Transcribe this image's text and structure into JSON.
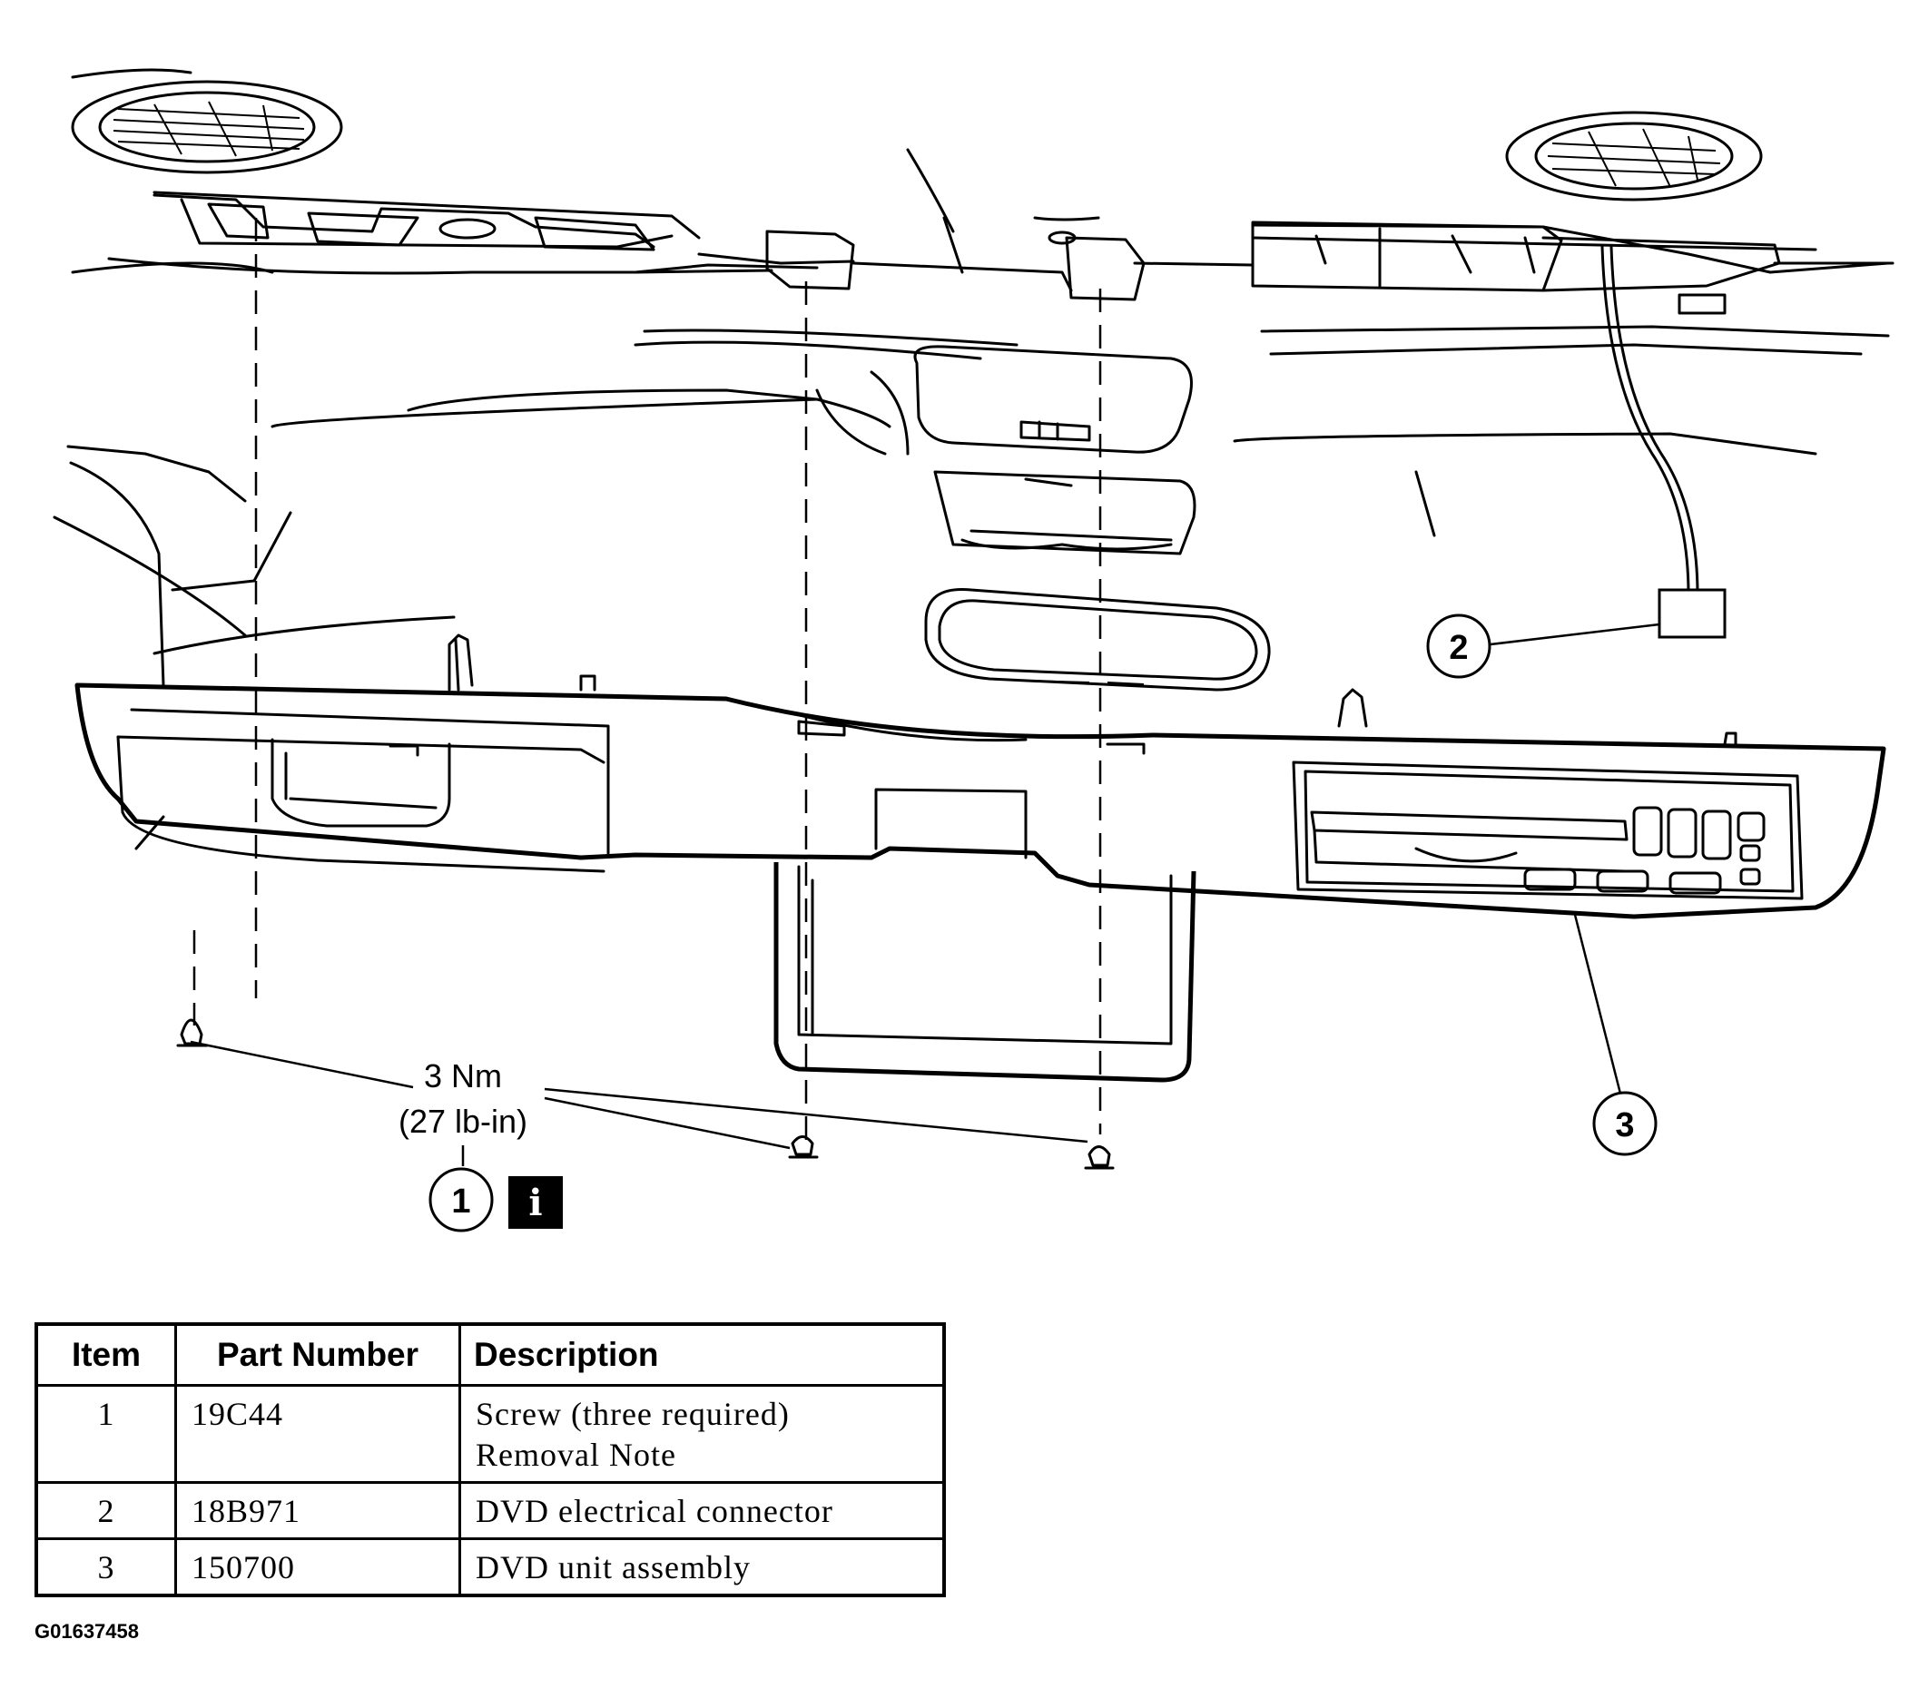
{
  "callouts": {
    "item1": "1",
    "item2": "2",
    "item3": "3",
    "info_icon": "i"
  },
  "torque": {
    "metric": "3 Nm",
    "imperial": "(27 lb-in)"
  },
  "table": {
    "headers": {
      "item": "Item",
      "part_number": "Part Number",
      "description": "Description"
    },
    "rows": [
      {
        "item": "1",
        "part_number": "19C44",
        "description": [
          "Screw (three required)",
          "Removal Note"
        ]
      },
      {
        "item": "2",
        "part_number": "18B971",
        "description": [
          "DVD electrical connector"
        ]
      },
      {
        "item": "3",
        "part_number": "150700",
        "description": [
          "DVD unit assembly"
        ]
      }
    ]
  },
  "figure_id": "G01637458"
}
